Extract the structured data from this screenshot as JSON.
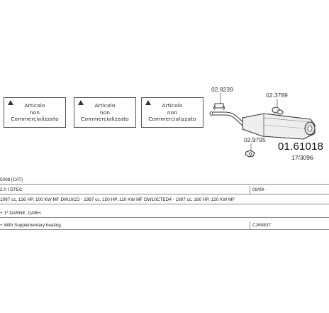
{
  "boxes": [
    {
      "line1": "Articolo",
      "line2": "non",
      "line3": "Commercializzato"
    },
    {
      "line1": "Articolo",
      "line2": "non",
      "line3": "Commercializzato"
    },
    {
      "line1": "Articolo",
      "line2": "non",
      "line3": "Commercializzato"
    }
  ],
  "parts": {
    "clamp_top": "02.8239",
    "hanger_top": "02.3789",
    "hanger_bottom": "02.9795"
  },
  "product": {
    "code": "01.61018",
    "subcode": "17/3096"
  },
  "rows": [
    {
      "left": "5008 [CAT]",
      "right": ""
    },
    {
      "left": "2.0 I DTEC",
      "right": "09/09 -"
    },
    {
      "left": "1997 cc, 136 HP, 100 KW MF DW10CD - 1997 cc, 150 HP, 110 KW MF DW10CTED4 - 1997 cc, 160 HP, 120 KW MF",
      "right": ""
    },
    {
      "left": "+ 1* DARNE, DARH",
      "right": ""
    },
    {
      "left": "+ With Supplementary heating",
      "right": "C260837"
    }
  ]
}
